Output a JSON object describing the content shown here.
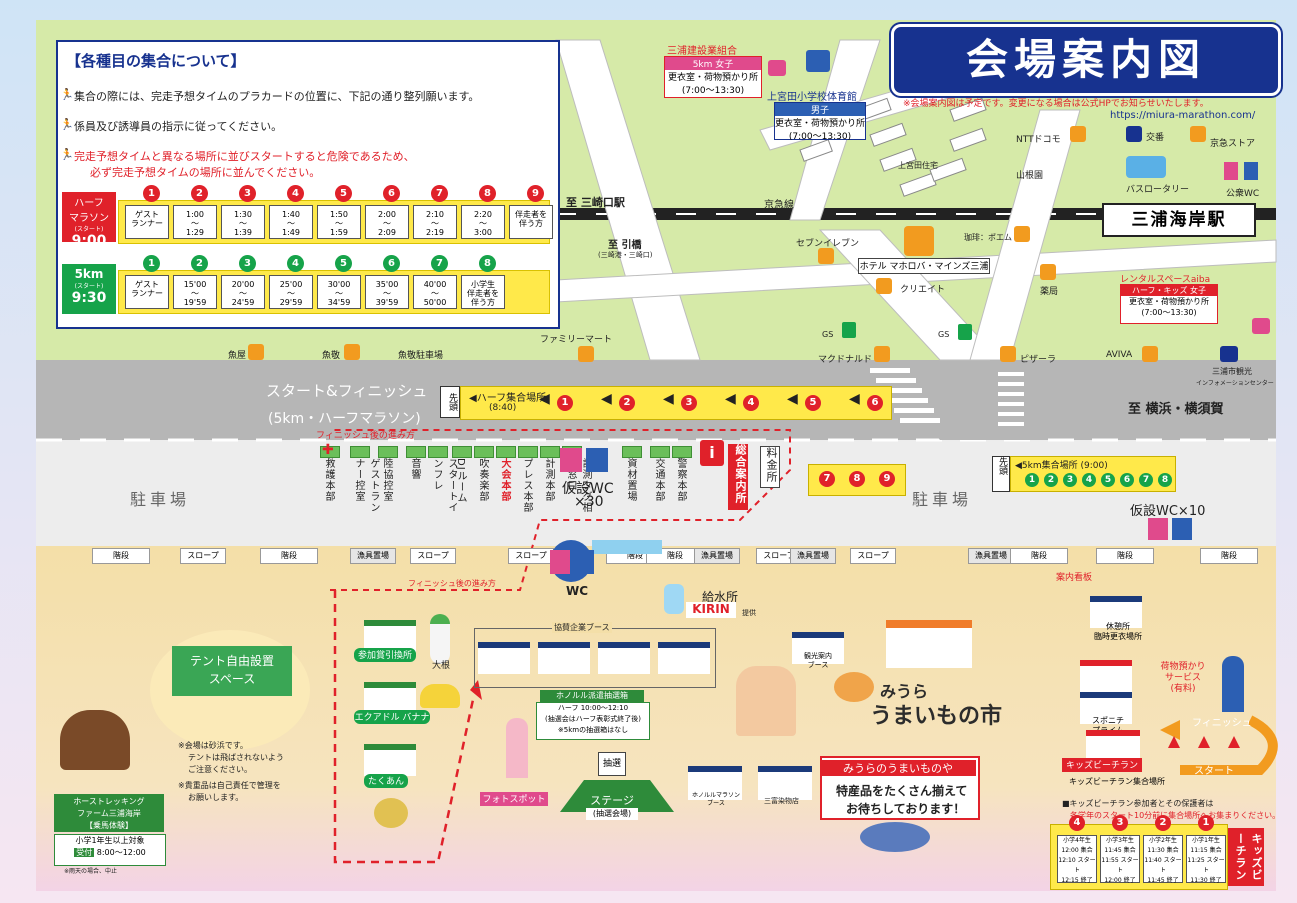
{
  "title": "会場案内図",
  "notice": "※会場案内図は予定です。変更になる場合は公式HPでお知らせいたします。",
  "url": "https://miura-marathon.com/",
  "assembly": {
    "heading": "【各種目の集合について】",
    "line1": "集合の際には、完走予想タイムのプラカードの位置に、下記の通り整列願います。",
    "line2": "係員及び誘導員の指示に従ってください。",
    "warning1": "完走予想タイムと異なる場所に並びスタートすると危険であるため、",
    "warning2": "必ず完走予想タイムの場所に並んでください。",
    "half": {
      "label_top": "ハーフ",
      "label_mid": "マラソン",
      "label_sub": "(スタート)",
      "time": "9:00",
      "nums": [
        "1",
        "2",
        "3",
        "4",
        "5",
        "6",
        "7",
        "8",
        "9"
      ],
      "boxes": [
        [
          "ゲスト",
          "ランナー"
        ],
        [
          "1:00",
          "〜",
          "1:29"
        ],
        [
          "1:30",
          "〜",
          "1:39"
        ],
        [
          "1:40",
          "〜",
          "1:49"
        ],
        [
          "1:50",
          "〜",
          "1:59"
        ],
        [
          "2:00",
          "〜",
          "2:09"
        ],
        [
          "2:10",
          "〜",
          "2:19"
        ],
        [
          "2:20",
          "〜",
          "3:00"
        ],
        [
          "伴走者を",
          "伴う方"
        ]
      ]
    },
    "fivek": {
      "label_top": "5km",
      "label_sub": "(スタート)",
      "time": "9:30",
      "nums": [
        "1",
        "2",
        "3",
        "4",
        "5",
        "6",
        "7",
        "8"
      ],
      "boxes": [
        [
          "ゲスト",
          "ランナー"
        ],
        [
          "15'00",
          "〜",
          "19'59"
        ],
        [
          "20'00",
          "〜",
          "24'59"
        ],
        [
          "25'00",
          "〜",
          "29'59"
        ],
        [
          "30'00",
          "〜",
          "34'59"
        ],
        [
          "35'00",
          "〜",
          "39'59"
        ],
        [
          "40'00",
          "〜",
          "50'00"
        ],
        [
          "小学生",
          "伴走者を",
          "伴う方"
        ]
      ]
    }
  },
  "top_area": {
    "kensetsu": "三浦建設業組合",
    "women5k_title": "5km 女子",
    "women5k_sub": "更衣室・荷物預かり所",
    "women5k_time": "(7:00〜13:30)",
    "gym": "上宮田小学校体育館",
    "men_title": "男子",
    "men_sub": "更衣室・荷物預かり所",
    "men_time": "(7:00〜13:30)",
    "kamimiyada": "上宮田住宅",
    "ntt": "NTTドコモ",
    "koban": "交番",
    "keikyu_store": "京急ストア",
    "yamanegumi": "山根園",
    "bus": "バスロータリー",
    "public_wc": "公衆WC",
    "to_misakiguchi": "至 三崎口駅",
    "keikyu_line": "京急線",
    "station": "三浦海岸駅",
    "to_hikihashi": "至 引橋",
    "hikihashi_sub": "(三崎港・三崎口)",
    "seven": "セブンイレブン",
    "hotel": "ホテル マホロバ・マインズ三浦",
    "ponem": "珈琲：ポエム",
    "create": "クリエイト",
    "yakuhin": "薬局",
    "rental_title": "レンタルスペースaiba",
    "rental_sub1": "ハーフ・キッズ 女子",
    "rental_sub2": "更衣室・荷物預かり所",
    "rental_time": "(7:00〜13:30)",
    "famima": "ファミリーマート",
    "uoya": "魚屋",
    "uoyoshi": "魚敬",
    "uoyoshi_parking": "魚敬駐車場",
    "gs1": "GS",
    "gs2": "GS",
    "mcd": "マクドナルド",
    "pizza": "ピザーラ",
    "aviva": "AVIVA",
    "kanko_title": "三浦市観光",
    "kanko_sub": "インフォメーションセンター",
    "to_yokohama": "至 横浜・横須賀",
    "start_finish": "スタート&フィニッシュ",
    "start_finish_sub": "(5km・ハーフマラソン)",
    "finish_route": "フィニッシュ後の進み方",
    "sentou": "先頭",
    "half_gather": "◀ハーフ集合場所",
    "half_gather_time": "(8:40)",
    "half_gather_nums": [
      "1",
      "2",
      "3",
      "4",
      "5",
      "6"
    ],
    "fivek_gather": "◀5km集合場所 (9:00)",
    "fivek_gather_nums": [
      "1",
      "2",
      "3",
      "4",
      "5",
      "6",
      "7",
      "8"
    ],
    "red_row_nums": [
      "7",
      "8",
      "9"
    ]
  },
  "road_area": {
    "parking_left": "駐車場",
    "parking_right": "駐車場",
    "tents": [
      "救護本部",
      "ゲストランナー控室",
      "陸協控室",
      "音響",
      "スタートインフレ",
      "DJルーム",
      "吹奏楽部",
      "大会本部",
      "プレス本部",
      "計測本部",
      "計測タグ相談窓口",
      "資材置場",
      "交通本部",
      "警察本部"
    ],
    "info": "総合案内所",
    "fee": "料金所",
    "wc_label": "仮設WC",
    "wc_count": "×30",
    "wc10": "仮設WC×10"
  },
  "beach": {
    "stairs": "階段",
    "slope": "スロープ",
    "fishing": "漁具置場",
    "notice_board": "案内看板",
    "wc": "WC",
    "water": "給水所",
    "kirin": "KIRIN",
    "kirin_sub": "提供",
    "finish_route": "フィニッシュ後の進み方",
    "tent_free_1": "テント自由設置",
    "tent_free_2": "スペース",
    "sponsor_booth": "協賛企業ブース",
    "sankasha_exchange": "参加賞引換所",
    "daikon": "大根",
    "ekuadoru": "エクアドル バナナ",
    "takuan": "たくあん",
    "banana": "バナナ",
    "honolulu_title": "ホノルル派遣抽選箱",
    "honolulu_line1": "ハーフ 10:00〜12:10",
    "honolulu_line2": "(抽選会はハーフ表彰式終了後)",
    "honolulu_line3": "※5kmの抽選箱はなし",
    "chusen": "抽選",
    "stage": "ステージ",
    "stage_sub": "(抽選会場)",
    "photo": "フォトスポット",
    "kanko_booth_1": "観光案内",
    "kanko_booth_2": "ブース",
    "honolulu_booth_1": "ホノルルマラソン",
    "honolulu_booth_2": "ブース",
    "sanpu": "三富染物店",
    "umaimono_1": "みうら",
    "umaimono_2": "うまいもの市",
    "umaimono_text1": "みうらのうまいものや",
    "umaimono_text2": "特産品をたくさん揃えて",
    "umaimono_text3": "お待ちしております！",
    "rest_1": "休憩所",
    "rest_2": "臨時更衣場所",
    "baggage_1": "荷物預かり",
    "baggage_2": "サービス",
    "baggage_3": "(有料)",
    "spochi_1": "スポニチ",
    "spochi_2": "プライム",
    "finish": "フィニッシュ",
    "start": "スタート",
    "kids_beach": "キッズビーチラン",
    "kids_gather": "キッズビーチラン集合場所",
    "kids_note1": "■キッズビーチラン参加者とその保護者は",
    "kids_note2": "各学年のスタート10分前に集合場所へお集まりください。",
    "kids_label": "キッズビーチラン",
    "kids_nums": [
      "4",
      "3",
      "2",
      "1"
    ],
    "kids_boxes": [
      [
        "小学4年生",
        "12:00 集合",
        "12:10 スタート",
        "12:15 終了"
      ],
      [
        "小学3年生",
        "11:45 集合",
        "11:55 スタート",
        "12:00 終了"
      ],
      [
        "小学2年生",
        "11:30 集合",
        "11:40 スタート",
        "11:45 終了"
      ],
      [
        "小学1年生",
        "11:15 集合",
        "11:25 スタート",
        "11:30 終了"
      ]
    ],
    "horse_1": "ホーストレッキング",
    "horse_2": "ファーム三浦海岸",
    "horse_3": "【乗馬体験】",
    "horse_target": "小学1年生以上対象",
    "horse_label": "受付",
    "horse_time": "8:00〜12:00",
    "horse_note": "※雨天の場合、中止",
    "note1": "※会場は砂浜です。",
    "note2": "テントは飛ばされないよう",
    "note3": "ご注意ください。",
    "note4": "※貴重品は自己責任で管理を",
    "note5": "お願いします。"
  },
  "colors": {
    "navy": "#17328f",
    "red": "#e0212a",
    "green": "#16a34a",
    "yellow": "#ffe94a",
    "road": "#b8b8b8",
    "sand": "#f4dfa8",
    "land": "#d8ebb0"
  }
}
